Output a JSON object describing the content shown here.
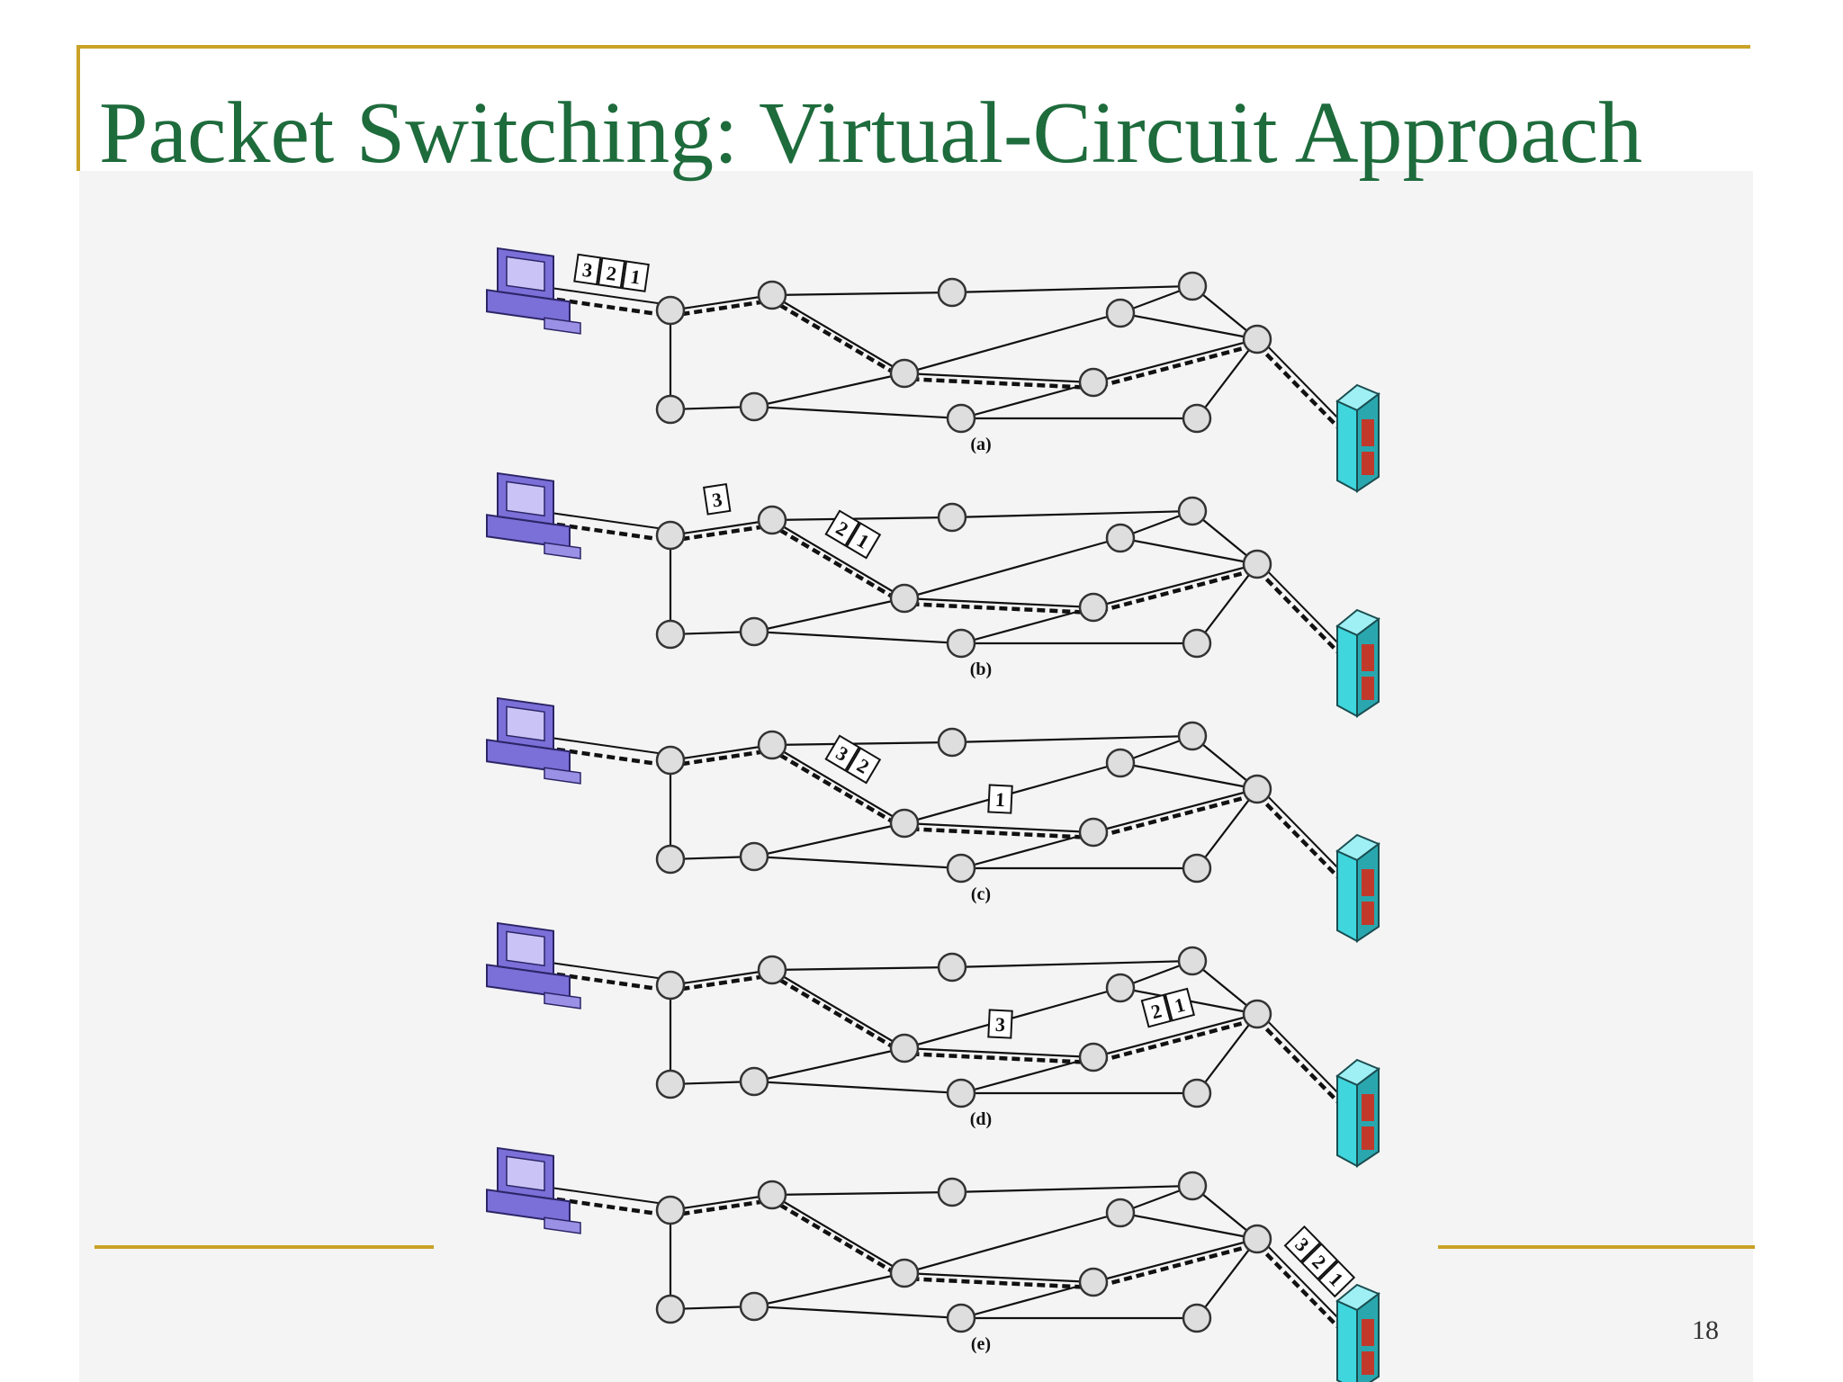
{
  "slide": {
    "title": "Packet Switching: Virtual-Circuit Approach",
    "page_number": "18"
  },
  "panels": [
    {
      "label": "(a)",
      "packets": [
        {
          "loc": "source-link",
          "items": [
            "3",
            "2",
            "1"
          ]
        }
      ]
    },
    {
      "label": "(b)",
      "packets": [
        {
          "loc": "n1-n2",
          "items": [
            "3"
          ]
        },
        {
          "loc": "n2-n4",
          "items": [
            "2",
            "1"
          ]
        }
      ]
    },
    {
      "label": "(c)",
      "packets": [
        {
          "loc": "n2-n4",
          "items": [
            "3",
            "2"
          ]
        },
        {
          "loc": "n4-n5",
          "items": [
            "1"
          ]
        }
      ]
    },
    {
      "label": "(d)",
      "packets": [
        {
          "loc": "n4-n5",
          "items": [
            "3"
          ]
        },
        {
          "loc": "n5-n8",
          "items": [
            "2",
            "1"
          ]
        }
      ]
    },
    {
      "label": "(e)",
      "packets": [
        {
          "loc": "dest-link",
          "items": [
            "3",
            "2",
            "1"
          ]
        }
      ]
    }
  ],
  "colors": {
    "title": "#1e6b3c",
    "rule": "#c9a227",
    "node_fill": "#dedede",
    "computer": "#7b6fd8",
    "server": "#3fd6dd"
  },
  "icons": [
    "computer-icon",
    "server-icon"
  ]
}
